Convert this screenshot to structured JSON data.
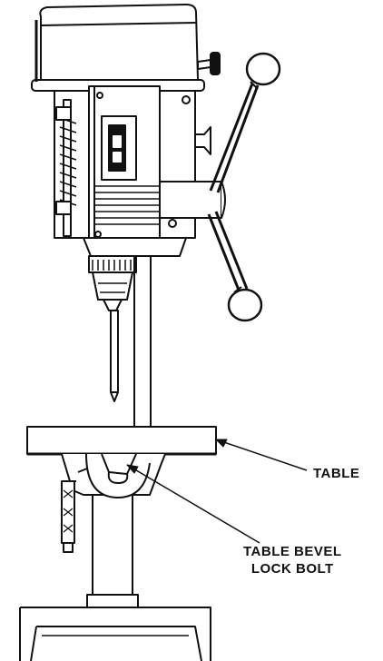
{
  "callouts": {
    "table": "TABLE",
    "table_bevel_lock_bolt_line1": "TABLE BEVEL",
    "table_bevel_lock_bolt_line2": "LOCK BOLT"
  },
  "colors": {
    "ink": "#111111",
    "paper": "#ffffff",
    "shade": "#d8d8d8"
  }
}
